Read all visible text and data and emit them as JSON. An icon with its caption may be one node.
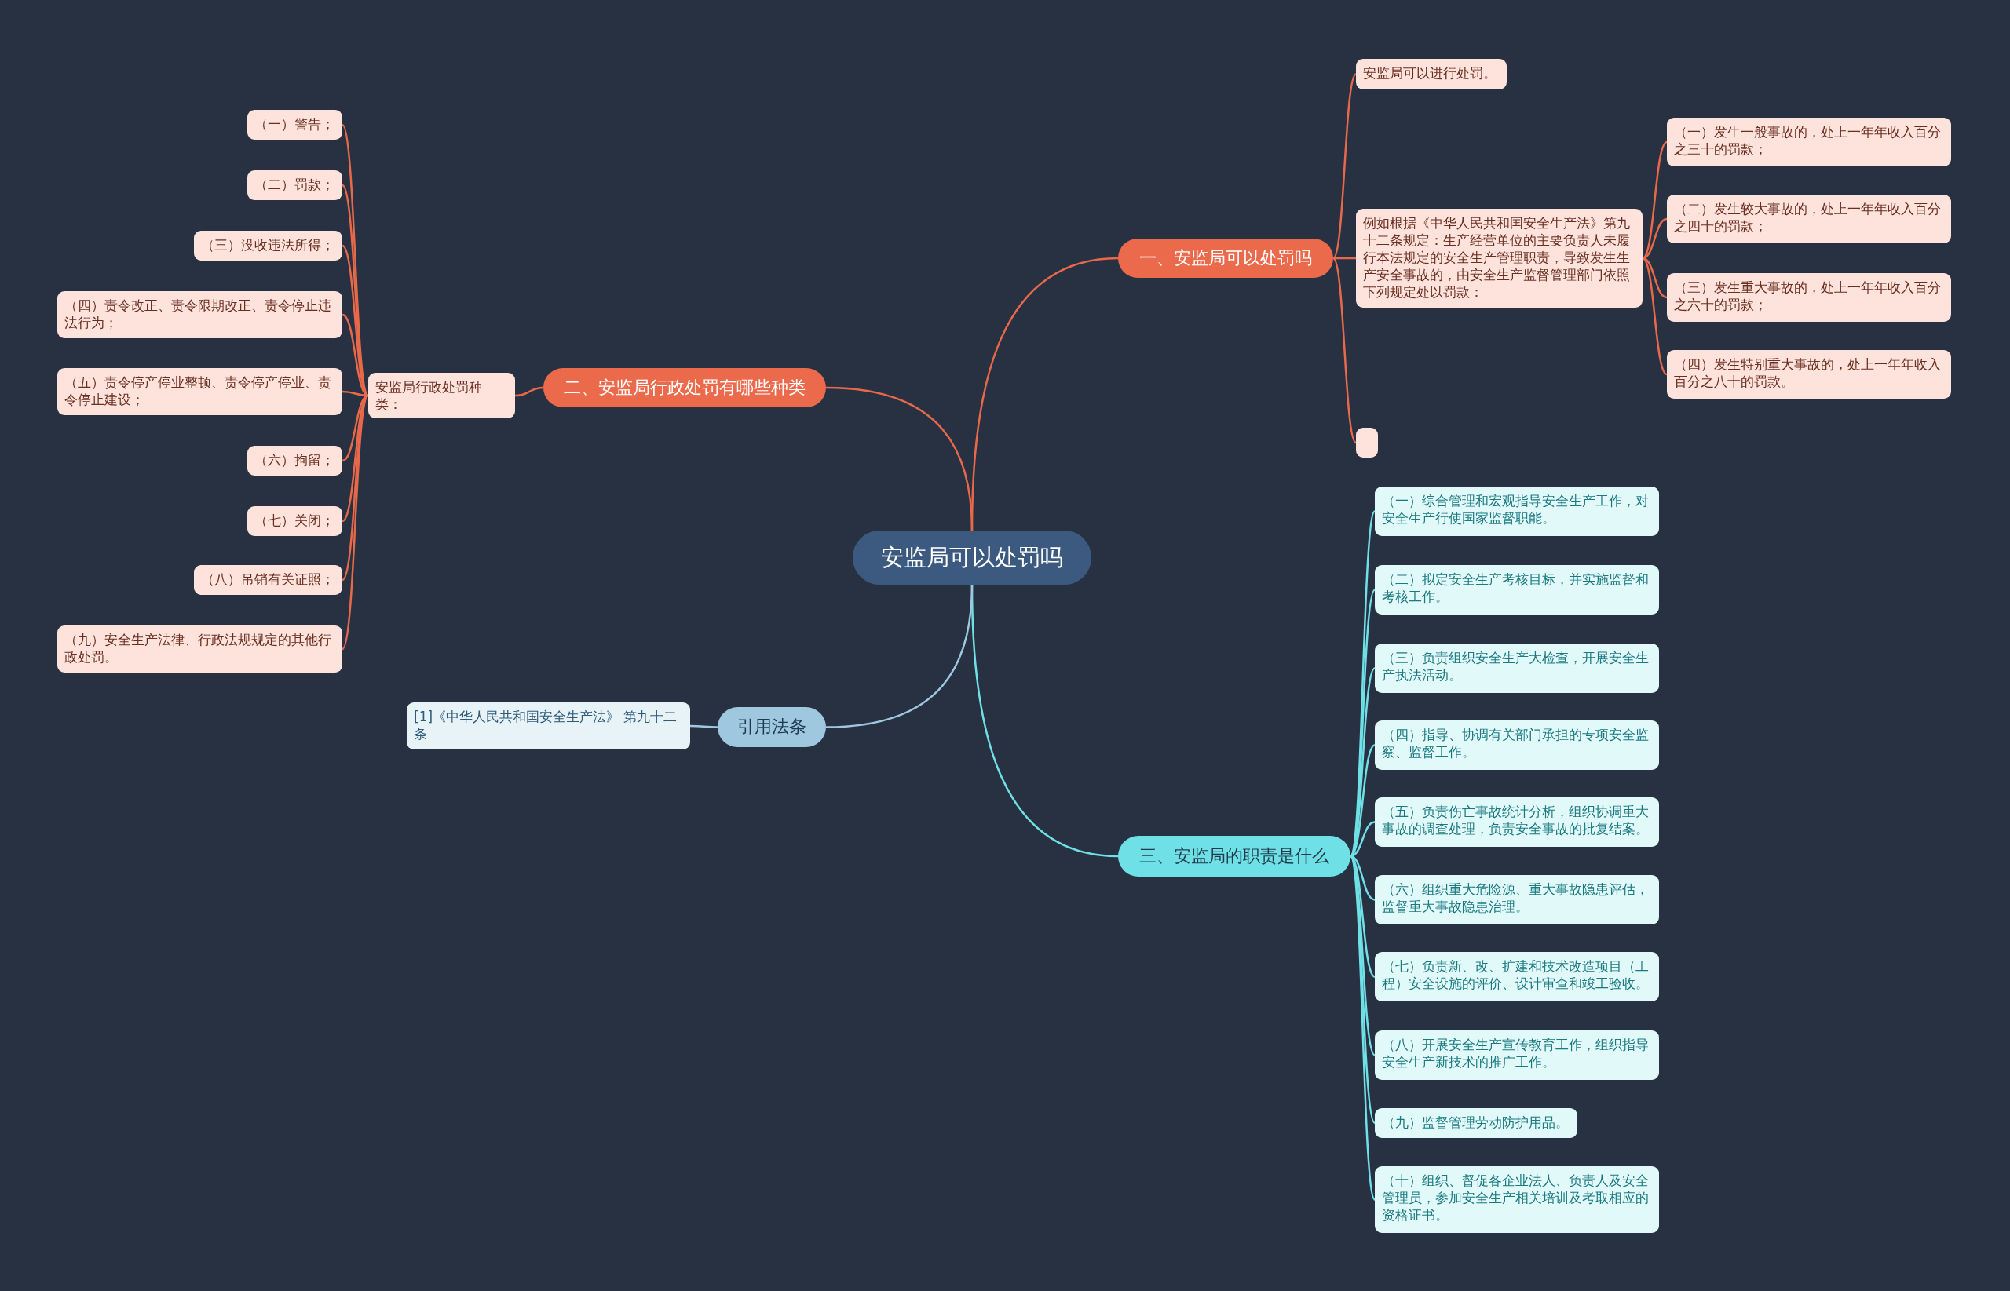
{
  "diagram": {
    "nodes": [
      {
        "text": [
          "安监局可以处罚吗"
        ]
      },
      {
        "text": [
          "一、安监局可以处罚吗"
        ]
      },
      {
        "text": [
          "安监局可以进行处罚。"
        ]
      },
      {
        "text": [
          "例如根据《中华人民共和国安全生产法》第九十二条规定：生产经营单位的主要负责人未履行本法规定的安全生产管理职责，导致发生生产安全事故的，由安全生产监督管理部门依照下列规定处以罚款："
        ]
      },
      {
        "text": [
          "（一）发生一般事故的，处上一年年收入百分之三十的罚款；"
        ]
      },
      {
        "text": [
          "（二）发生较大事故的，处上一年年收入百分之四十的罚款；"
        ]
      },
      {
        "text": [
          "（三）发生重大事故的，处上一年年收入百分之六十的罚款；"
        ]
      },
      {
        "text": [
          "（四）发生特别重大事故的，处上一年年收入百分之八十的罚款。"
        ]
      },
      {
        "text": [],
        "shape": "box"
      },
      {
        "text": [
          "二、安监局行政处罚有哪些种类"
        ]
      },
      {
        "text": [
          "安监局行政处罚种类："
        ]
      },
      {
        "text": [
          "（一）警告；"
        ]
      },
      {
        "text": [
          "（二）罚款；"
        ]
      },
      {
        "text": [
          "（三）没收违法所得；"
        ]
      },
      {
        "text": [
          "（四）责令改正、责令限期改正、责令停止违法行为；"
        ]
      },
      {
        "text": [
          "（五）责令停产停业整顿、责令停产停业、责令停止建设；"
        ]
      },
      {
        "text": [
          "（六）拘留；"
        ]
      },
      {
        "text": [
          "（七）关闭；"
        ]
      },
      {
        "text": [
          "（八）吊销有关证照；"
        ]
      },
      {
        "text": [
          "（九）安全生产法律、行政法规规定的其他行政处罚。"
        ]
      },
      {
        "text": [
          "三、安监局的职责是什么"
        ]
      },
      {
        "text": [
          "（一）综合管理和宏观指导安全生产工作，对安全生产行使国家监督职能。"
        ]
      },
      {
        "text": [
          "（二）拟定安全生产考核目标，并实施监督和考核工作。"
        ]
      },
      {
        "text": [
          "（三）负责组织安全生产大检查，开展安全生产执法活动。"
        ]
      },
      {
        "text": [
          "（四）指导、协调有关部门承担的专项安全监察、监督工作。"
        ]
      },
      {
        "text": [
          "（五）负责伤亡事故统计分析，组织协调重大事故的调查处理，负责安全事故的批复结案。"
        ]
      },
      {
        "text": [
          "（六）组织重大危险源、重大事故隐患评估，监督重大事故隐患治理。"
        ]
      },
      {
        "text": [
          "（七）负责新、改、扩建和技术改造项目（工程）安全设施的评价、设计审查和竣工验收。"
        ]
      },
      {
        "text": [
          "（八）开展安全生产宣传教育工作，组织指导安全生产新技术的推广工作。"
        ]
      },
      {
        "text": [
          "（九）监督管理劳动防护用品。"
        ]
      },
      {
        "text": [
          "（十）组织、督促各企业法人、负责人及安全管理员，参加安全生产相关培训及考取相应的资格证书。"
        ]
      },
      {
        "text": [
          "引用法条"
        ]
      },
      {
        "text": [
          "[1]《中华人民共和国安全生产法》 第九十二条"
        ]
      }
    ],
    "edges": [
      {
        "from": 0,
        "to": 1,
        "arrow": "none"
      },
      {
        "from": 1,
        "to": 2,
        "arrow": "none"
      },
      {
        "from": 1,
        "to": 3,
        "arrow": "none"
      },
      {
        "from": 3,
        "to": 4,
        "arrow": "none"
      },
      {
        "from": 3,
        "to": 5,
        "arrow": "none"
      },
      {
        "from": 3,
        "to": 6,
        "arrow": "none"
      },
      {
        "from": 3,
        "to": 7,
        "arrow": "none"
      },
      {
        "from": 1,
        "to": 8,
        "arrow": "none"
      },
      {
        "from": 0,
        "to": 9,
        "arrow": "none"
      },
      {
        "from": 9,
        "to": 10,
        "arrow": "none"
      },
      {
        "from": 10,
        "to": 11,
        "arrow": "none"
      },
      {
        "from": 10,
        "to": 12,
        "arrow": "none"
      },
      {
        "from": 10,
        "to": 13,
        "arrow": "none"
      },
      {
        "from": 10,
        "to": 14,
        "arrow": "none"
      },
      {
        "from": 10,
        "to": 15,
        "arrow": "none"
      },
      {
        "from": 10,
        "to": 16,
        "arrow": "none"
      },
      {
        "from": 10,
        "to": 17,
        "arrow": "none"
      },
      {
        "from": 10,
        "to": 18,
        "arrow": "none"
      },
      {
        "from": 10,
        "to": 19,
        "arrow": "none"
      },
      {
        "from": 0,
        "to": 20,
        "arrow": "none",
        "color": "#6fe0e6"
      },
      {
        "from": 20,
        "to": 21,
        "arrow": "none",
        "color": "#6fe0e6"
      },
      {
        "from": 20,
        "to": 22,
        "arrow": "none",
        "color": "#6fe0e6"
      },
      {
        "from": 20,
        "to": 23,
        "arrow": "none",
        "color": "#6fe0e6"
      },
      {
        "from": 20,
        "to": 24,
        "arrow": "none",
        "color": "#6fe0e6"
      },
      {
        "from": 20,
        "to": 25,
        "arrow": "none",
        "color": "#6fe0e6"
      },
      {
        "from": 20,
        "to": 26,
        "arrow": "none",
        "color": "#6fe0e6"
      },
      {
        "from": 20,
        "to": 27,
        "arrow": "none",
        "color": "#6fe0e6"
      },
      {
        "from": 20,
        "to": 28,
        "arrow": "none",
        "color": "#6fe0e6"
      },
      {
        "from": 20,
        "to": 29,
        "arrow": "none",
        "color": "#6fe0e6"
      },
      {
        "from": 20,
        "to": 30,
        "arrow": "none",
        "color": "#6fe0e6"
      },
      {
        "from": 0,
        "to": 31,
        "arrow": "none",
        "color": "#9fc8e0"
      },
      {
        "from": 31,
        "to": 32,
        "arrow": "none",
        "color": "#9fc8e0"
      }
    ]
  }
}
